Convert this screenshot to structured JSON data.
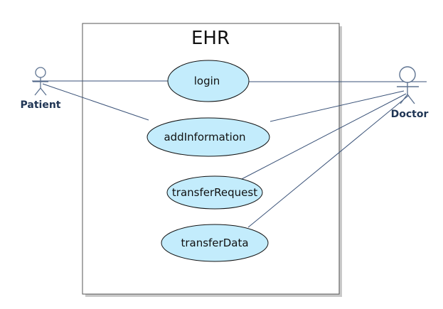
{
  "system": {
    "title": "EHR"
  },
  "actors": {
    "patient": {
      "label": "Patient"
    },
    "doctor": {
      "label": "Doctor"
    }
  },
  "use_cases": {
    "login": "login",
    "add_information": "addInformation",
    "transfer_request": "transferRequest",
    "transfer_data": "transferData"
  },
  "colors": {
    "use_case_fill": "#c3ecfc",
    "line": "#3a5278",
    "actor_stroke": "#5e7391",
    "actor_label": "#1f3554",
    "box_shadow": "#c9c9c9",
    "box_border": "#555555"
  }
}
